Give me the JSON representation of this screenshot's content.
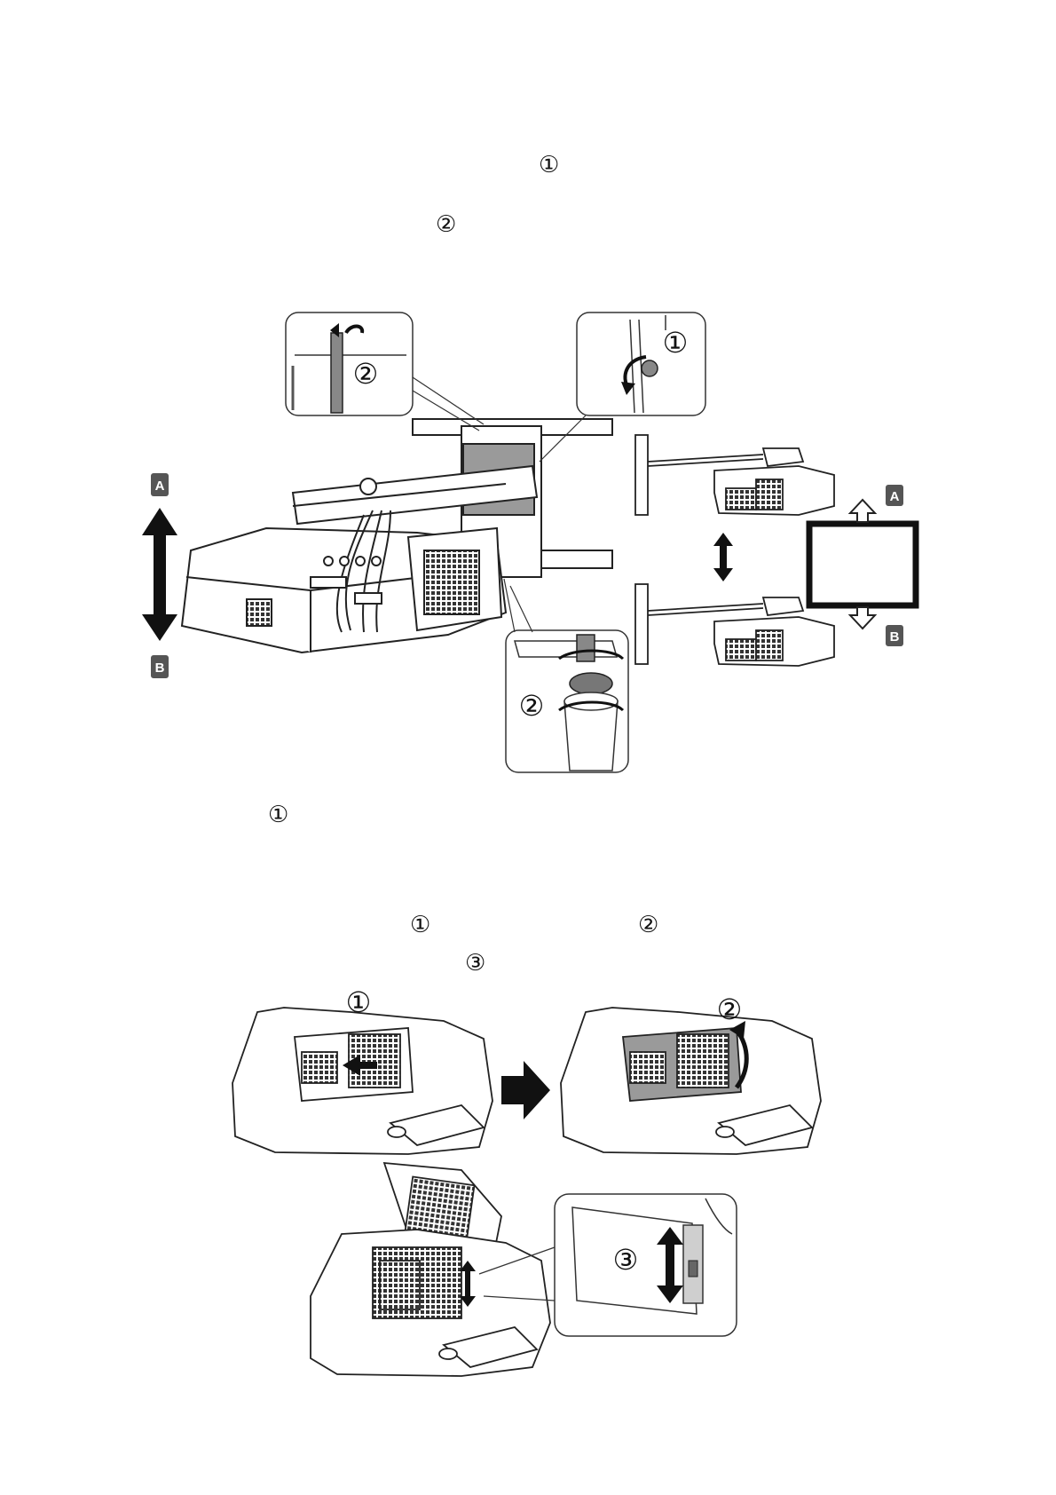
{
  "text_markers": {
    "step1_circle1": "①",
    "step1_circle2": "②",
    "note_circle1": "①",
    "filter_circle1": "①",
    "filter_circle2": "②",
    "filter_circle3": "③"
  },
  "figure1": {
    "label_a_left": "A",
    "label_b_left": "B",
    "label_a_right": "A",
    "label_b_right": "B",
    "callout_top_left": "②",
    "callout_top_right": "①",
    "callout_bottom": "②"
  },
  "figure2": {
    "panel1_label": "①",
    "panel2_label": "②",
    "panel3_label": "③"
  },
  "colors": {
    "line": "#222222",
    "badge": "#555555",
    "shade": "#9a9a9a",
    "light_shade": "#cfcfcf"
  }
}
